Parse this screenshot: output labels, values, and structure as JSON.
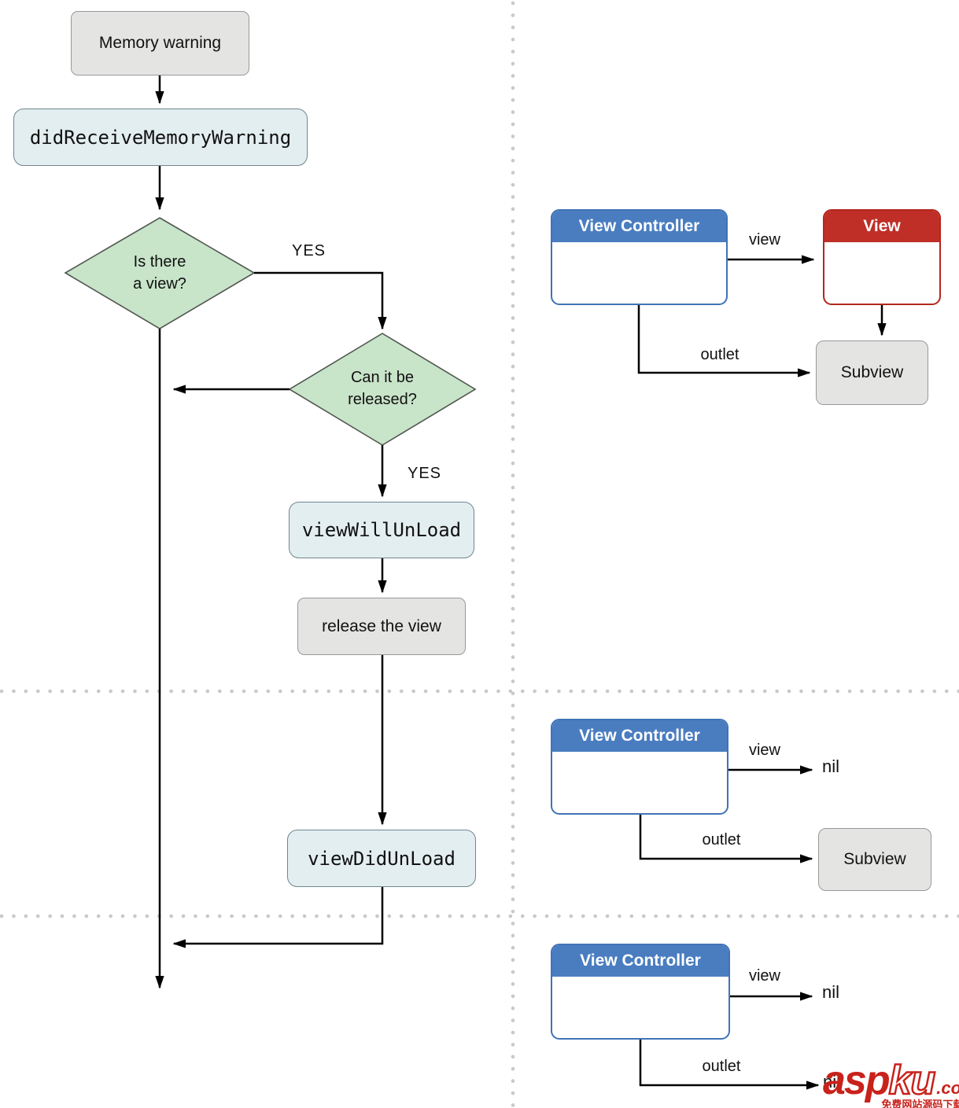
{
  "colors": {
    "gray-bg": "#e4e5e3",
    "gray-border": "#97999b",
    "code-bg": "#e3eef0",
    "code-border": "#71868d",
    "diamond-bg": "#c8e4c9",
    "diamond-border": "#50564f",
    "blue": "#4a7dc0",
    "blue-border": "#3f73b7",
    "red": "#bf2e27",
    "red-border": "#b2271f",
    "dot": "#c9c9c9",
    "wm-red": "#c9211b"
  },
  "flowchart": {
    "start_label": "Memory warning",
    "did_receive_label": "didReceiveMemoryWarning",
    "decision1_line1": "Is there",
    "decision1_line2": "a view?",
    "decision1_yes": "YES",
    "decision2_line1": "Can it be",
    "decision2_line2": "released?",
    "decision2_yes": "YES",
    "view_will_unload_label": "viewWillUnLoad",
    "release_label": "release the view",
    "view_did_unload_label": "viewDidUnLoad"
  },
  "diagram_top": {
    "controller_title": "View Controller",
    "view_title": "View",
    "view_edge_label": "view",
    "outlet_edge_label": "outlet",
    "subview_label": "Subview"
  },
  "diagram_middle": {
    "controller_title": "View Controller",
    "view_edge_label": "view",
    "view_target": "nil",
    "outlet_edge_label": "outlet",
    "subview_label": "Subview"
  },
  "diagram_bottom": {
    "controller_title": "View Controller",
    "view_edge_label": "view",
    "view_target": "nil",
    "outlet_edge_label": "outlet",
    "outlet_target": "nil"
  },
  "watermark": {
    "part1": "asp",
    "part2": "ku",
    "part3": ".com",
    "tagline": "免费网站源码下载站!"
  }
}
